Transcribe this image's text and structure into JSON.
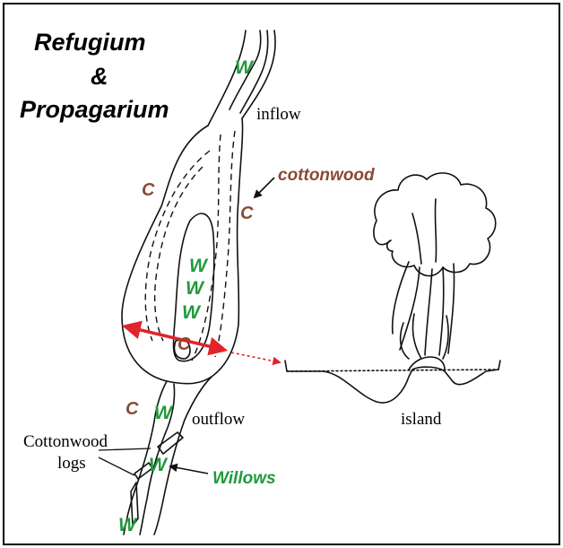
{
  "title": {
    "line1": "Refugium",
    "line2": "&",
    "line3": "Propagarium"
  },
  "labels": {
    "inflow": "inflow",
    "outflow": "outflow",
    "island": "island",
    "cottonwood_logs_line1": "Cottonwood",
    "cottonwood_logs_line2": "logs",
    "cottonwood_callout": "cottonwood",
    "willows_callout": "Willows"
  },
  "markers": {
    "willow": "W",
    "cottonwood": "C"
  },
  "colors": {
    "willow": "#1f9a3c",
    "cottonwood": "#8a4a33",
    "arrow": "#e0242a",
    "border": "#000000"
  }
}
